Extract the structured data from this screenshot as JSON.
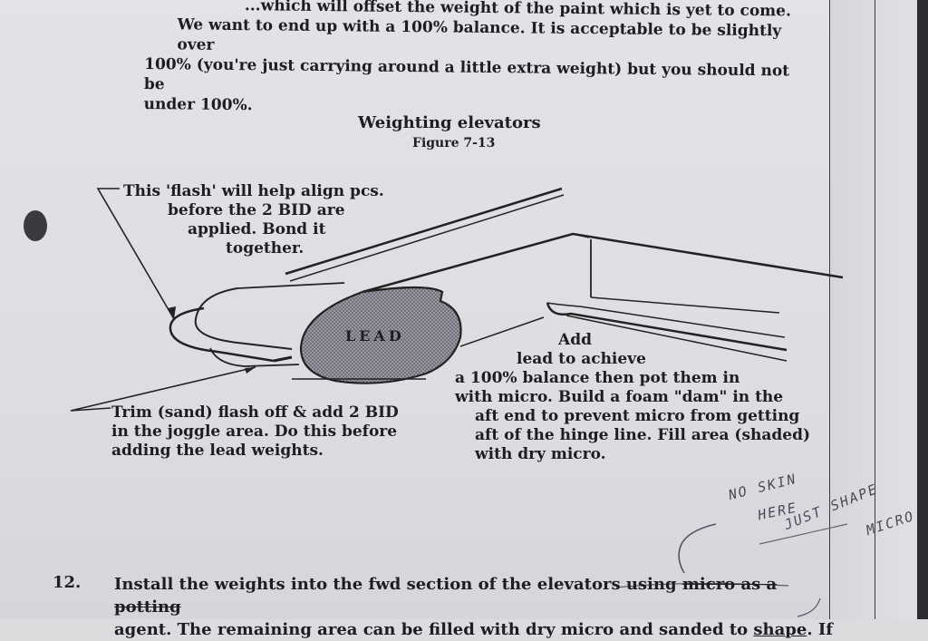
{
  "intro": {
    "lines": [
      "...which will offset the weight of the paint which is yet to come.",
      "We want to end up with a 100% balance. It is acceptable to be slightly over",
      "100% (you're just carrying around a little extra weight) but you should not be",
      "under 100%."
    ]
  },
  "figure": {
    "title": "Weighting elevators",
    "number": "Figure 7-13",
    "lead_label": "LEAD",
    "callout_flash": [
      "This 'flash' will help align pcs.",
      "before the 2 BID are",
      "applied. Bond it",
      "together."
    ],
    "callout_trim": [
      "Trim (sand) flash off & add 2 BID",
      "in the joggle area. Do this before",
      "adding the lead weights."
    ],
    "callout_add": [
      "Add",
      "lead to achieve",
      "a 100% balance then pot them in",
      "with micro. Build a foam \"dam\" in the",
      "aft end to prevent micro from getting",
      "aft of the hinge line. Fill area (shaded)",
      "with dry micro."
    ]
  },
  "handwritten": {
    "line1": "NO SKIN",
    "line2": "HERE",
    "line3": "JUST SHAPE",
    "line4": "MICRO"
  },
  "step": {
    "number": "12.",
    "line1_before": "Install the weights into the fwd section of the elevators using ",
    "line1_struck": "micro as a potting",
    "line2_before": "agent. The remaining area can be filled with dry micro and sanded to ",
    "line2_underlined": "shape",
    "line2_after": ". If"
  }
}
